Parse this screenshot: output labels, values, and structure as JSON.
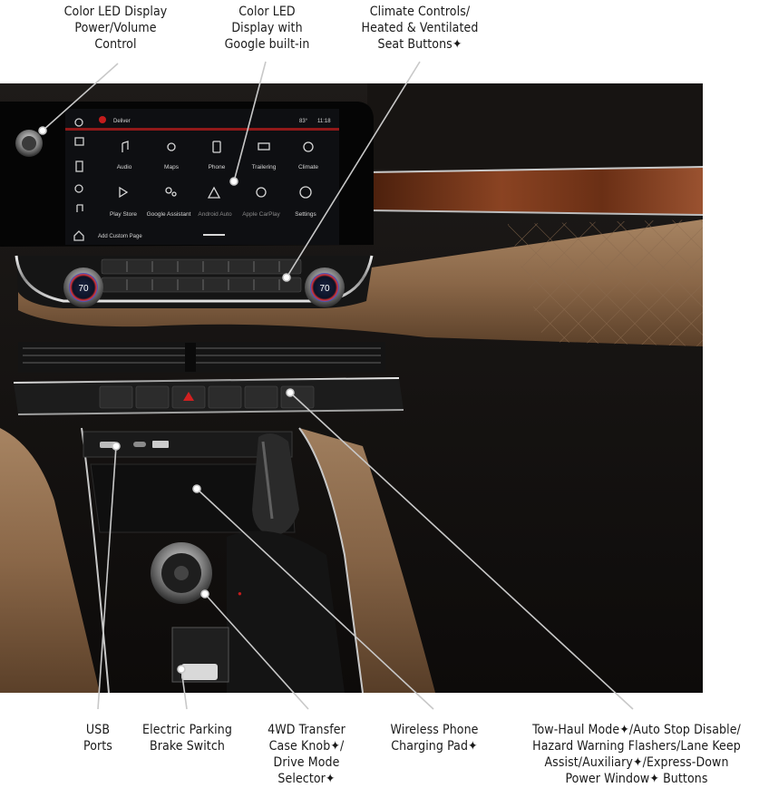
{
  "callouts": {
    "power_volume": "Color LED Display\nPower/Volume\nControl",
    "display": "Color LED\nDisplay with\nGoogle built-in",
    "climate": "Climate Controls/\nHeated & Ventilated\nSeat Buttons✦",
    "usb": "USB\nPorts",
    "parking_brake": "Electric Parking\nBrake Switch",
    "transfer_case": "4WD Transfer\nCase Knob✦/\nDrive Mode\nSelector✦",
    "charging_pad": "Wireless Phone\nCharging Pad✦",
    "tow_haul": "Tow-Haul Mode✦/Auto Stop Disable/\nHazard Warning Flashers/Lane Keep\nAssist/Auxiliary✦/Express-Down\nPower Window✦ Buttons"
  },
  "screen": {
    "status_title": "Deliver",
    "status_temp": "83°",
    "status_time": "11:18",
    "apps": [
      {
        "label": "Audio",
        "icon": "music-note-icon"
      },
      {
        "label": "Maps",
        "icon": "map-pin-icon"
      },
      {
        "label": "Phone",
        "icon": "phone-icon"
      },
      {
        "label": "Trailering",
        "icon": "trailer-icon"
      },
      {
        "label": "Climate",
        "icon": "fan-icon"
      },
      {
        "label": "Play Store",
        "icon": "play-store-icon"
      },
      {
        "label": "Google Assistant",
        "icon": "google-assistant-icon"
      },
      {
        "label": "Android Auto",
        "icon": "android-auto-icon"
      },
      {
        "label": "Apple CarPlay",
        "icon": "carplay-icon"
      },
      {
        "label": "Settings",
        "icon": "settings-icon"
      }
    ],
    "add_page": "Add Custom Page"
  },
  "climate": {
    "left_temp": "70",
    "right_temp": "70"
  },
  "colors": {
    "leather": "#b08a66",
    "wood": "#7a3a1c",
    "screen_bg": "#0e0f12",
    "leader_line": "#c8c8c8"
  }
}
